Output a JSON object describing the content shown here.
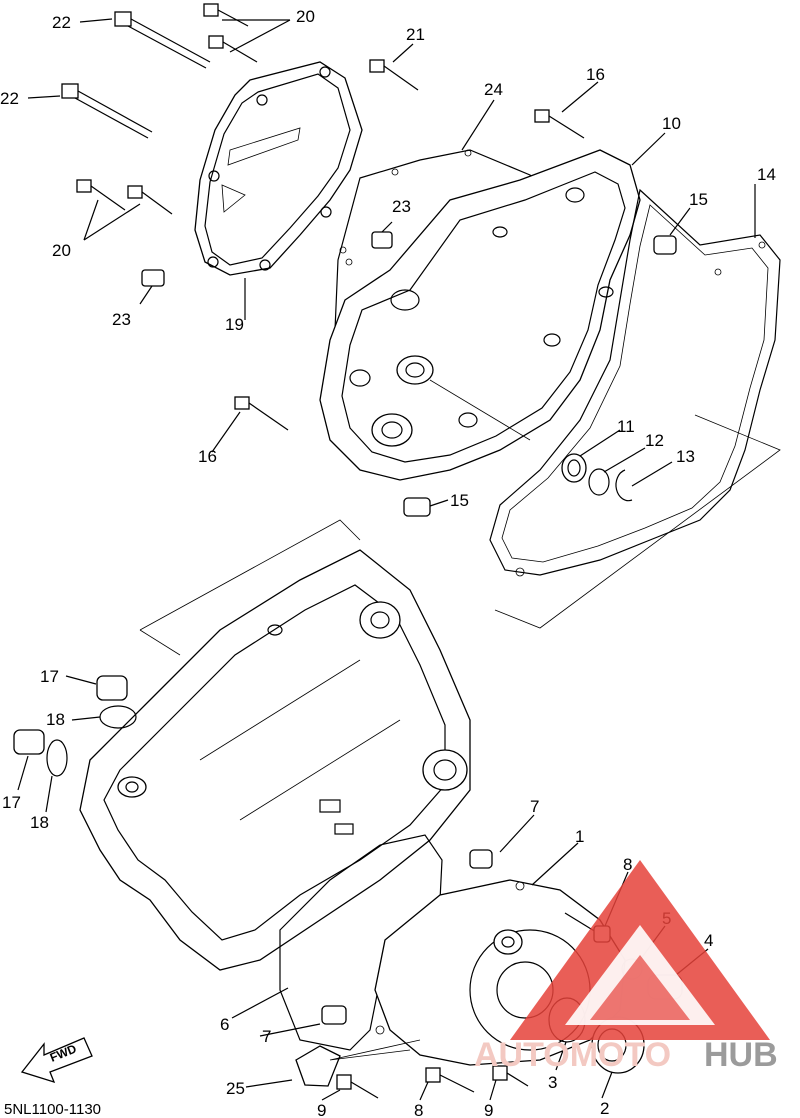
{
  "diagram": {
    "code": "5NL1100-1130",
    "fwd_label": "FWD",
    "callouts": [
      {
        "id": "c22a",
        "label": "22"
      },
      {
        "id": "c20a",
        "label": "20"
      },
      {
        "id": "c21",
        "label": "21"
      },
      {
        "id": "c22b",
        "label": "22"
      },
      {
        "id": "c24",
        "label": "24"
      },
      {
        "id": "c16a",
        "label": "16"
      },
      {
        "id": "c10",
        "label": "10"
      },
      {
        "id": "c14",
        "label": "14"
      },
      {
        "id": "c15a",
        "label": "15"
      },
      {
        "id": "c23a",
        "label": "23"
      },
      {
        "id": "c20b",
        "label": "20"
      },
      {
        "id": "c23b",
        "label": "23"
      },
      {
        "id": "c19",
        "label": "19"
      },
      {
        "id": "c11",
        "label": "11"
      },
      {
        "id": "c12",
        "label": "12"
      },
      {
        "id": "c13",
        "label": "13"
      },
      {
        "id": "c16b",
        "label": "16"
      },
      {
        "id": "c15b",
        "label": "15"
      },
      {
        "id": "c17a",
        "label": "17"
      },
      {
        "id": "c18a",
        "label": "18"
      },
      {
        "id": "c17b",
        "label": "17"
      },
      {
        "id": "c18b",
        "label": "18"
      },
      {
        "id": "c7a",
        "label": "7"
      },
      {
        "id": "c1",
        "label": "1"
      },
      {
        "id": "c8a",
        "label": "8"
      },
      {
        "id": "c5",
        "label": "5"
      },
      {
        "id": "c4",
        "label": "4"
      },
      {
        "id": "c6",
        "label": "6"
      },
      {
        "id": "c7b",
        "label": "7"
      },
      {
        "id": "c3",
        "label": "3"
      },
      {
        "id": "c2",
        "label": "2"
      },
      {
        "id": "c25",
        "label": "25"
      },
      {
        "id": "c9a",
        "label": "9"
      },
      {
        "id": "c8b",
        "label": "8"
      },
      {
        "id": "c9b",
        "label": "9"
      }
    ]
  },
  "watermark": {
    "word1": "AUTOMOTO",
    "word2": "HUB",
    "color": "#e5423a"
  }
}
